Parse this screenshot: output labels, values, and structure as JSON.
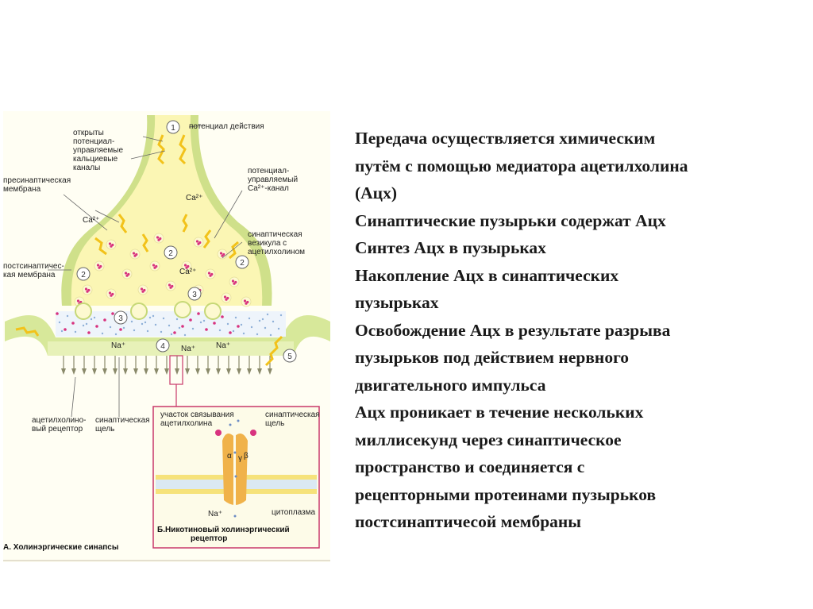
{
  "diagram": {
    "labels": {
      "action_potential": "потенциал действия",
      "open_channels": [
        "открыты",
        "потенциал-",
        "управляемые",
        "кальциевые",
        "каналы"
      ],
      "ca_channel": [
        "потенциал-",
        "управляемый",
        "Ca²⁺-канал"
      ],
      "presynaptic": [
        "пресинаптическая",
        "мембрана"
      ],
      "vesicle": [
        "синаптическая",
        "везикула с",
        "ацетилхолином"
      ],
      "postsynaptic": [
        "постсинаптичес-",
        "кая мембрана"
      ],
      "receptor": [
        "ацетилхолино-",
        "вый рецептор"
      ],
      "cleft": [
        "синаптическая",
        "щель"
      ],
      "ca_ion": "Ca²⁺",
      "na_ion": "Na⁺",
      "inset_binding": [
        "участок связывания",
        "ацетилхолина"
      ],
      "inset_cleft": [
        "синаптическая",
        "щель"
      ],
      "inset_cytoplasm": "цитоплазма",
      "inset_na": "Na⁺",
      "alpha": "α",
      "beta": "β",
      "gamma": "γ",
      "inset_title": [
        "Б.Никотиновый холинэргический",
        "рецептор"
      ],
      "main_title": "А. Холинэргические синапсы"
    },
    "step_numbers": [
      "1",
      "2",
      "2",
      "2",
      "3",
      "3",
      "4",
      "5"
    ]
  },
  "text_lines": [
    "Передача осуществляется химическим",
    "путём с помощью медиатора ацетилхолина",
    "(Ацх)",
    "Синаптические пузырьки содержат Ацх",
    "Синтез Ацх в пузырьках",
    "Накопление Ацх в синаптических",
    "пузырьках",
    "Освобождение Ацх в результате разрыва",
    "пузырьков под действием нервного",
    "двигательного импульса",
    "Ацх проникает в течение нескольких",
    "миллисекунд через синаптическое",
    "пространство и соединяется с",
    "рецепторными протеинами пузырьков",
    "постсинаптичесой мембраны"
  ],
  "colors": {
    "cytoplasm": "#fbf6b4",
    "membrane": "#cfe08a",
    "vesicle": "#fdf9d0",
    "acetylcholine": "#d8337f",
    "arrow": "#f2c21a",
    "inset_border": "#c8386a",
    "receptor": "#f0b24a"
  }
}
